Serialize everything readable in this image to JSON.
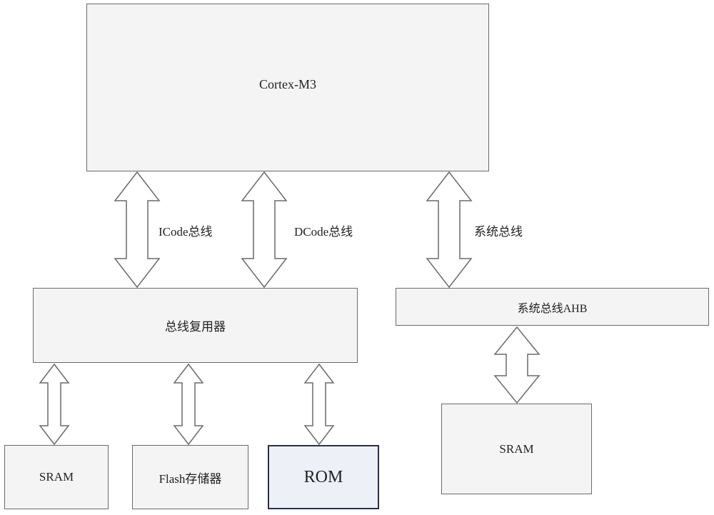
{
  "colors": {
    "box_fill": "#f4f4f4",
    "box_border": "#6a6a6a",
    "rom_fill": "#eef0f8",
    "rom_border": "#2c2f4a",
    "arrow_fill": "#ffffff",
    "arrow_stroke": "#6a6a6a"
  },
  "nodes": {
    "cpu": "Cortex-M3",
    "bus_matrix": "总线复用器",
    "system_ahb": "系统总线AHB",
    "sram_left": "SRAM",
    "flash": "Flash存储器",
    "rom": "ROM",
    "sram_right": "SRAM"
  },
  "edges": {
    "icode": "ICode总线",
    "dcode": "DCode总线",
    "system_bus": "系统总线"
  }
}
